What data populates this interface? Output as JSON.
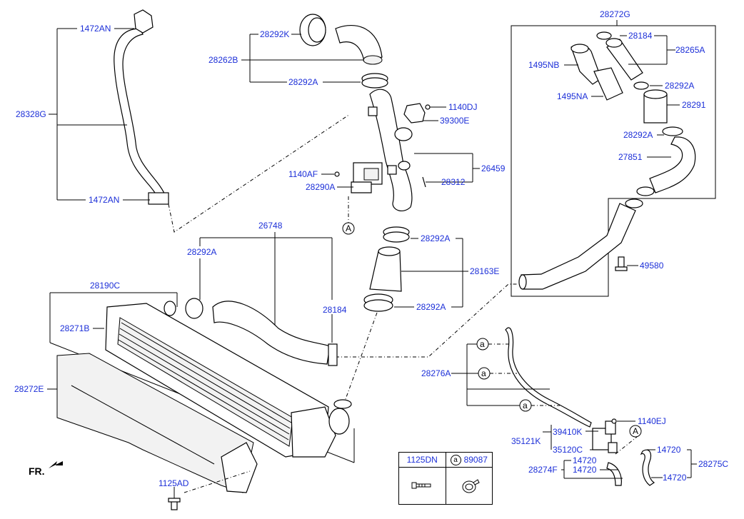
{
  "labels": {
    "p1472AN_top": "1472AN",
    "p1472AN_bot": "1472AN",
    "p28328G": "28328G",
    "p28292K": "28292K",
    "p28262B": "28262B",
    "p28292A_1": "28292A",
    "p1140DJ": "1140DJ",
    "p39300E": "39300E",
    "p26459": "26459",
    "p1140AF": "1140AF",
    "p28312": "28312",
    "p28290A": "28290A",
    "p26748": "26748",
    "p28292A_2": "28292A",
    "p28292A_3": "28292A",
    "p28163E": "28163E",
    "p28190C": "28190C",
    "p28184_1": "28184",
    "p28292A_4": "28292A",
    "p28271B": "28271B",
    "p28272E": "28272E",
    "p1125AD": "1125AD",
    "p28272G": "28272G",
    "p28184_2": "28184",
    "p1495NB": "1495NB",
    "p28265A": "28265A",
    "p28292A_5": "28292A",
    "p1495NA": "1495NA",
    "p28291": "28291",
    "p28292A_6": "28292A",
    "p27851": "27851",
    "p49580": "49580",
    "p28276A": "28276A",
    "p1140EJ": "1140EJ",
    "p35121K": "35121K",
    "p39410K": "39410K",
    "p35120C": "35120C",
    "p14720_1": "14720",
    "p14720_2": "14720",
    "p14720_3": "14720",
    "p14720_4": "14720",
    "p28274F": "28274F",
    "p28275C": "28275C"
  },
  "refs": {
    "A": "A",
    "a": "a"
  },
  "direction": "FR.",
  "legend": {
    "col1": "1125DN",
    "col2_circle": "a",
    "col2": "89087"
  }
}
